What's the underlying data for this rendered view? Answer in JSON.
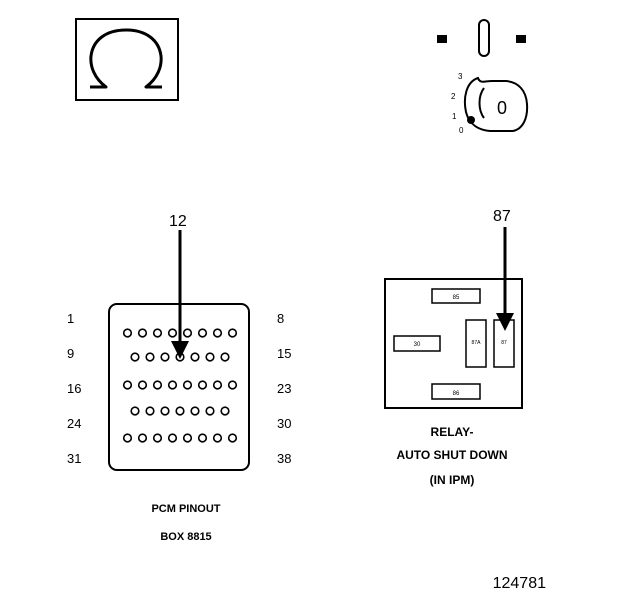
{
  "symbols": {
    "ohm_icon": "ohm-symbol",
    "ignition_key_icon": "ignition-key-switch"
  },
  "ignition": {
    "positions": [
      "3",
      "2",
      "1",
      "0"
    ],
    "key_label": "0"
  },
  "pcm": {
    "pointer_label": "12",
    "left_pin_labels": [
      "1",
      "9",
      "16",
      "24",
      "31"
    ],
    "right_pin_labels": [
      "8",
      "15",
      "23",
      "30",
      "38"
    ],
    "row_counts": [
      8,
      7,
      8,
      7,
      8
    ],
    "title": "PCM PINOUT",
    "subtitle": "BOX 8815"
  },
  "relay": {
    "pointer_label": "87",
    "terminals": {
      "t85": "85",
      "t30": "30",
      "t87a": "87A",
      "t87": "87",
      "t86": "86"
    },
    "caption_line1": "RELAY-",
    "caption_line2": "AUTO SHUT DOWN",
    "caption_line3": "(IN IPM)"
  },
  "figure_number": "124781"
}
